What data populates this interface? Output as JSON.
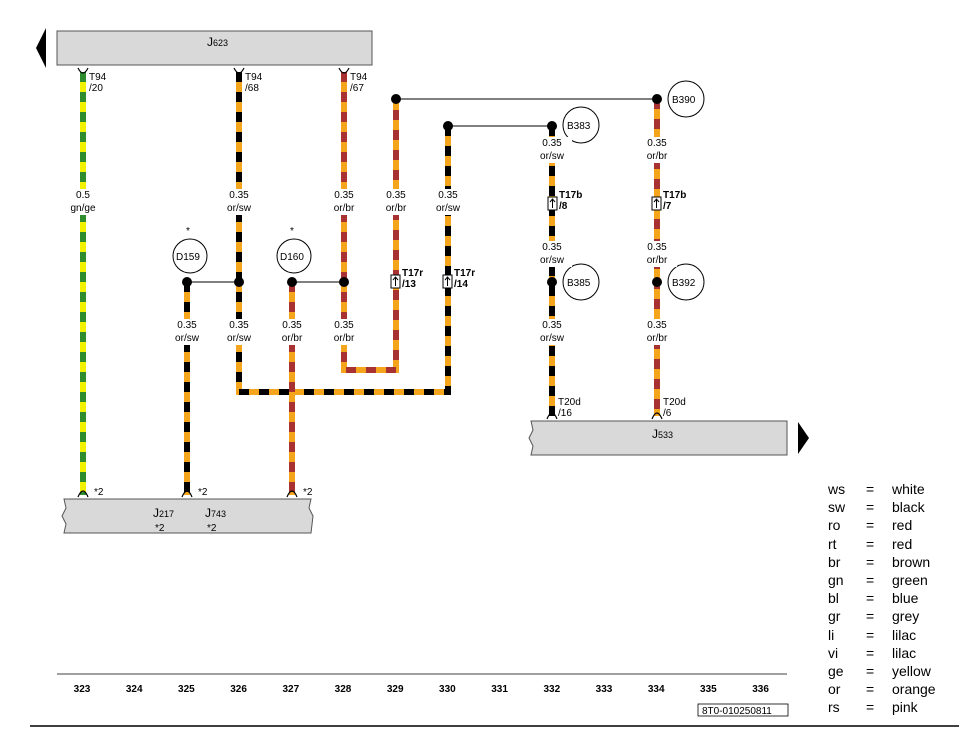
{
  "components": {
    "j623": {
      "name": "J",
      "sub": "623"
    },
    "j533": {
      "name": "J",
      "sub": "533"
    },
    "j217": {
      "name": "J",
      "sub": "217",
      "note": "*2"
    },
    "j743": {
      "name": "J",
      "sub": "743",
      "note": "*2"
    }
  },
  "connectors": {
    "t94_20": {
      "line1": "T94",
      "line2": "/20"
    },
    "t94_68": {
      "line1": "T94",
      "line2": "/68"
    },
    "t94_67": {
      "line1": "T94",
      "line2": "/67"
    },
    "t17b_8": {
      "line1": "T17b",
      "line2": "/8"
    },
    "t17b_7": {
      "line1": "T17b",
      "line2": "/7"
    },
    "t17r_13": {
      "line1": "T17r",
      "line2": "/13"
    },
    "t17r_14": {
      "line1": "T17r",
      "line2": "/14"
    },
    "t20d_16": {
      "line1": "T20d",
      "line2": "/16"
    },
    "t20d_6": {
      "line1": "T20d",
      "line2": "/6"
    }
  },
  "splices": {
    "d159": "D159",
    "d160": "D160",
    "b383": "B383",
    "b390": "B390",
    "b385": "B385",
    "b392": "B392"
  },
  "wire_labels": {
    "w323": {
      "size": "0.5",
      "color": "gn/ge"
    },
    "w326a": {
      "size": "0.35",
      "color": "or/sw"
    },
    "w328a": {
      "size": "0.35",
      "color": "or/br"
    },
    "w329a": {
      "size": "0.35",
      "color": "or/br"
    },
    "w330a": {
      "size": "0.35",
      "color": "or/sw"
    },
    "w332a": {
      "size": "0.35",
      "color": "or/sw"
    },
    "w334a": {
      "size": "0.35",
      "color": "or/br"
    },
    "w332b": {
      "size": "0.35",
      "color": "or/sw"
    },
    "w334b": {
      "size": "0.35",
      "color": "or/br"
    },
    "w325": {
      "size": "0.35",
      "color": "or/sw"
    },
    "w326b": {
      "size": "0.35",
      "color": "or/sw"
    },
    "w327": {
      "size": "0.35",
      "color": "or/br"
    },
    "w328b": {
      "size": "0.35",
      "color": "or/br"
    },
    "w332c": {
      "size": "0.35",
      "color": "or/sw"
    },
    "w334c": {
      "size": "0.35",
      "color": "or/br"
    }
  },
  "notes": {
    "ground_note": "*2",
    "asterisk": "*"
  },
  "grid_numbers": [
    "323",
    "324",
    "325",
    "326",
    "327",
    "328",
    "329",
    "330",
    "331",
    "332",
    "333",
    "334",
    "335",
    "336"
  ],
  "reference_code": "8T0-010250811",
  "legend": [
    {
      "code": "ws",
      "eq": "=",
      "meaning": "white"
    },
    {
      "code": "sw",
      "eq": "=",
      "meaning": "black"
    },
    {
      "code": "ro",
      "eq": "=",
      "meaning": "red"
    },
    {
      "code": "rt",
      "eq": "=",
      "meaning": "red"
    },
    {
      "code": "br",
      "eq": "=",
      "meaning": "brown"
    },
    {
      "code": "gn",
      "eq": "=",
      "meaning": "green"
    },
    {
      "code": "bl",
      "eq": "=",
      "meaning": "blue"
    },
    {
      "code": "gr",
      "eq": "=",
      "meaning": "grey"
    },
    {
      "code": "li",
      "eq": "=",
      "meaning": "lilac"
    },
    {
      "code": "vi",
      "eq": "=",
      "meaning": "lilac"
    },
    {
      "code": "ge",
      "eq": "=",
      "meaning": "yellow"
    },
    {
      "code": "or",
      "eq": "=",
      "meaning": "orange"
    },
    {
      "code": "rs",
      "eq": "=",
      "meaning": "pink"
    }
  ],
  "colors": {
    "orange": "#f4a51c",
    "black": "#000000",
    "brown": "#a83232",
    "green": "#2e8b2e",
    "yellow": "#f2f200",
    "component_fill": "#d9d9d9"
  }
}
